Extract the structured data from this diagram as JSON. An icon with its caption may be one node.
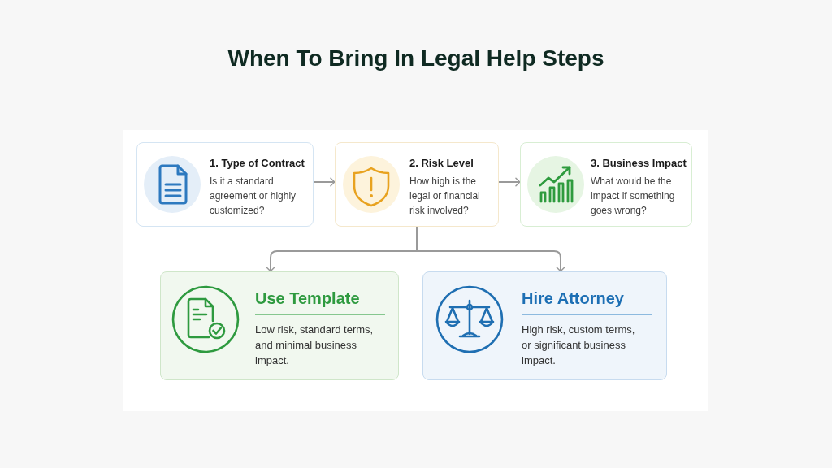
{
  "diagram": {
    "title": "When To Bring In Legal Help Steps",
    "nodes": [
      {
        "text": [
          "1. Type of Contract",
          "Is it a standard agreement or highly customized?"
        ]
      },
      {
        "text": [
          "2. Risk Level",
          "How high is the legal or financial risk involved?"
        ]
      },
      {
        "text": [
          "3. Business Impact",
          "What would be the impact if something goes wrong?"
        ]
      },
      {
        "text": [
          "Use Template",
          "Low risk, standard terms, and minimal business impact."
        ]
      },
      {
        "text": [
          "Hire Attorney",
          "High risk, custom terms, or significant business impact."
        ]
      }
    ],
    "edges": [
      {
        "from": 0,
        "to": 1,
        "arrow": "to"
      },
      {
        "from": 1,
        "to": 2,
        "arrow": "to"
      },
      {
        "from": 1,
        "to": 3,
        "arrow": "to"
      },
      {
        "from": 1,
        "to": 4,
        "arrow": "to"
      }
    ]
  }
}
